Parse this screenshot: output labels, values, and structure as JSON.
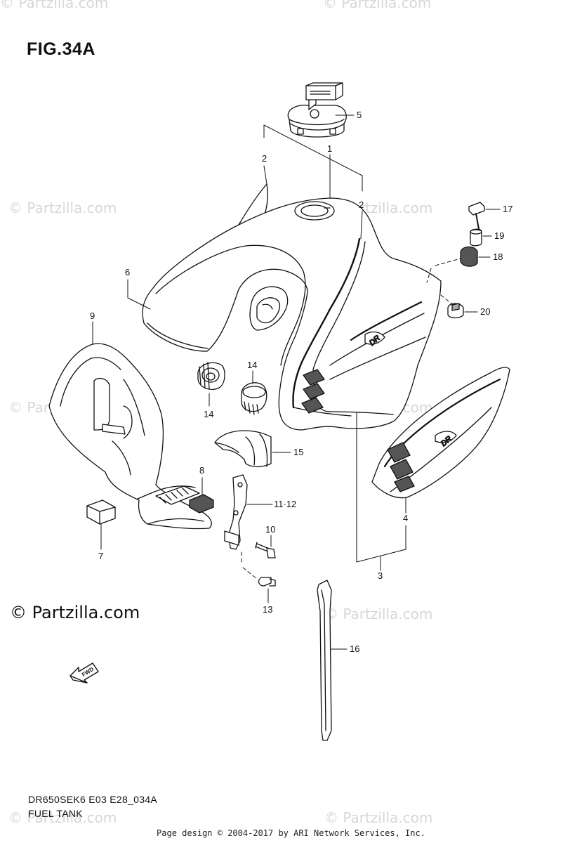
{
  "figure": {
    "title": "FIG.34A",
    "model_code": "DR650SEK6 E03 E28_034A",
    "section_name": "FUEL TANK"
  },
  "watermark": {
    "text": "© Partzilla.com"
  },
  "copyright_text": "© Partzilla.com",
  "footer_text": "Page design © 2004-2017 by ARI Network Services, Inc.",
  "callouts": [
    {
      "id": "callout-1",
      "label": "1"
    },
    {
      "id": "callout-2a",
      "label": "2"
    },
    {
      "id": "callout-2b",
      "label": "2"
    },
    {
      "id": "callout-3",
      "label": "3"
    },
    {
      "id": "callout-4",
      "label": "4"
    },
    {
      "id": "callout-5",
      "label": "5"
    },
    {
      "id": "callout-6",
      "label": "6"
    },
    {
      "id": "callout-7",
      "label": "7"
    },
    {
      "id": "callout-8",
      "label": "8"
    },
    {
      "id": "callout-9",
      "label": "9"
    },
    {
      "id": "callout-10",
      "label": "10"
    },
    {
      "id": "callout-11-12",
      "label": "11·12"
    },
    {
      "id": "callout-13",
      "label": "13"
    },
    {
      "id": "callout-14a",
      "label": "14"
    },
    {
      "id": "callout-14b",
      "label": "14"
    },
    {
      "id": "callout-15",
      "label": "15"
    },
    {
      "id": "callout-16",
      "label": "16"
    },
    {
      "id": "callout-17",
      "label": "17"
    },
    {
      "id": "callout-18",
      "label": "18"
    },
    {
      "id": "callout-19",
      "label": "19"
    },
    {
      "id": "callout-20",
      "label": "20"
    }
  ],
  "fwd_label": "FWD",
  "tank_decal_text": "DR"
}
